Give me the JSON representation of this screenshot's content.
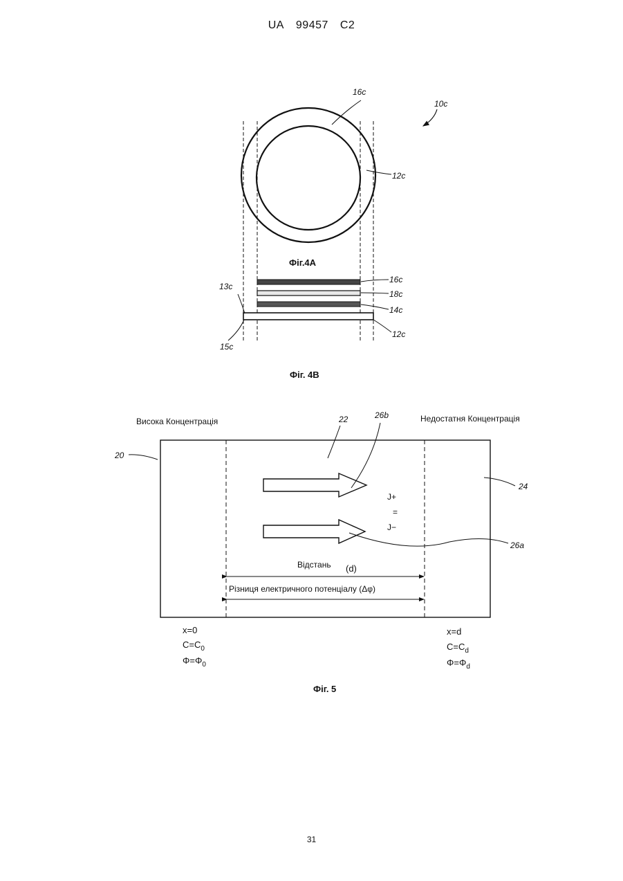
{
  "header": {
    "office": "UA",
    "number": "99457",
    "kind": "C2"
  },
  "fig4": {
    "ref_10c": "10c",
    "ref_16c_top": "16c",
    "ref_12c_top": "12c",
    "caption_a": "Фіг.4А",
    "ref_16c": "16c",
    "ref_18c": "18c",
    "ref_14c": "14c",
    "ref_12c": "12c",
    "ref_13c": "13c",
    "ref_15c": "15c",
    "caption_b": "Фіг. 4В"
  },
  "fig5": {
    "high": "Висока Концентрація",
    "low": "Недостатня Концентрація",
    "ref_20": "20",
    "ref_22": "22",
    "ref_24": "24",
    "ref_26b": "26b",
    "ref_26a": "26a",
    "j_plus": "J+",
    "eq": "=",
    "j_minus": "J−",
    "distance": "Відстань",
    "d": "(d)",
    "potential": "Різниця електричного потенціалу (Δφ)",
    "x0": "x=0",
    "c0": "C=C",
    "c0_sub": "0",
    "phi0": "Φ=Φ",
    "phi0_sub": "0",
    "xd": "x=d",
    "cd": "C=C",
    "cd_sub": "d",
    "phid": "Φ=Φ",
    "phid_sub": "d",
    "caption": "Фіг. 5"
  },
  "page_number": "31"
}
